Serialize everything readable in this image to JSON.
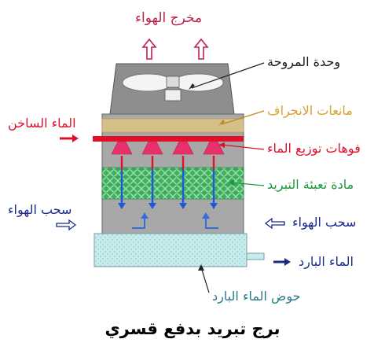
{
  "labels": {
    "air_outlet": "مخرج الهواء",
    "fan_unit": "وحدة المروحة",
    "drift_eliminators": "مانعات الانجراف",
    "hot_water": "الماء الساخن",
    "spray_nozzles": "فوهات توزيع الماء",
    "fill_media": "مادة تعبئة التبريد",
    "air_intake_left": "سحب الهواء",
    "air_intake_right": "سحب الهواء",
    "cold_water": "الماء البارد",
    "cold_water_basin": "حوض الماء البارد"
  },
  "title": "برج تبريد بدفع قسري",
  "colors": {
    "outlet_red": "#c0204a",
    "hot_red": "#e0102a",
    "drift_gold": "#d9a12a",
    "fill_green": "#1c9a3a",
    "intake_blue": "#1a2a8c",
    "basin_teal": "#2a7a8a",
    "label_dark": "#1a1a1a"
  }
}
